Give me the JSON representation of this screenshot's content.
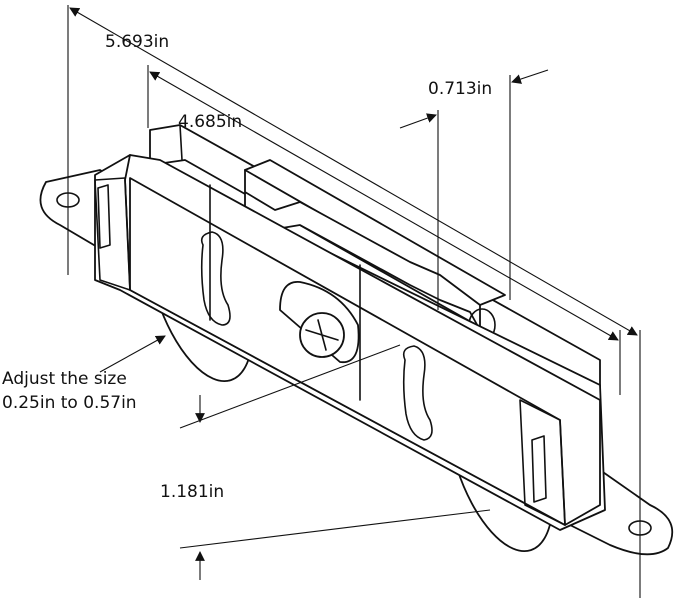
{
  "dimensions": {
    "overall_length": "5.693in",
    "body_length": "4.685in",
    "width": "0.713in",
    "adjust_line1": "Adjust the size",
    "adjust_line2": "0.25in to 0.57in",
    "height": "1.181in"
  }
}
